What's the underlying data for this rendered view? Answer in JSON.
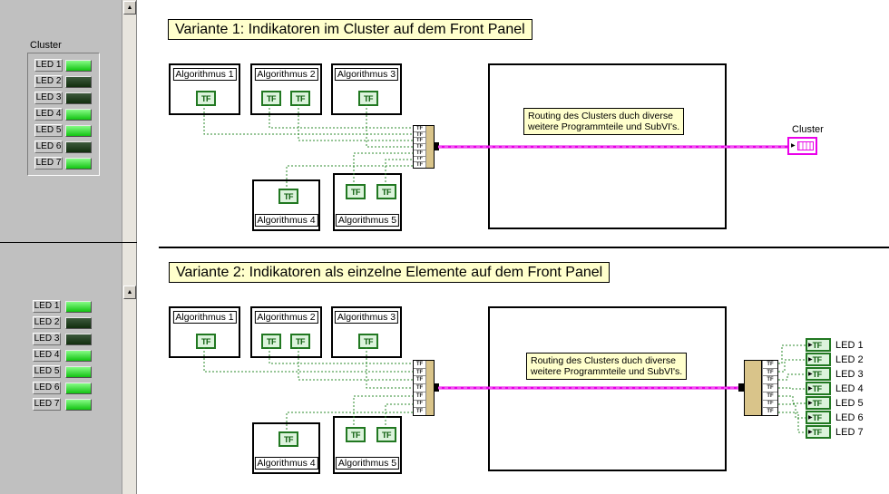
{
  "icons": {
    "scroll_up_arrow": "▲",
    "indicator_arrow": "▶",
    "terminal_glyph": "TF"
  },
  "colors": {
    "panel_gray": "#c0c0c0",
    "label_yellow": "#ffffcc",
    "boolean_green": "#217821",
    "wire_boolean_green": "#2e8b2e",
    "wire_cluster_magenta": "#e600e6",
    "led_on": "#33cc33",
    "led_off": "#1c3d1c",
    "bundle_tan": "#d9c48a"
  },
  "front_panel": {
    "cluster_group": {
      "label": "Cluster",
      "leds": [
        {
          "label": "LED 1",
          "on": true
        },
        {
          "label": "LED 2",
          "on": false
        },
        {
          "label": "LED 3",
          "on": false
        },
        {
          "label": "LED 4",
          "on": true
        },
        {
          "label": "LED 5",
          "on": true
        },
        {
          "label": "LED 6",
          "on": false
        },
        {
          "label": "LED 7",
          "on": true
        }
      ]
    },
    "single_leds": [
      {
        "label": "LED 1",
        "on": true
      },
      {
        "label": "LED 2",
        "on": false
      },
      {
        "label": "LED 3",
        "on": false
      },
      {
        "label": "LED 4",
        "on": true
      },
      {
        "label": "LED 5",
        "on": true
      },
      {
        "label": "LED 6",
        "on": true
      },
      {
        "label": "LED 7",
        "on": true
      }
    ]
  },
  "diagram": {
    "variant1": {
      "title": "Variante 1: Indikatoren im Cluster auf dem Front Panel",
      "algorithm_boxes": [
        {
          "label": "Algorithmus 1"
        },
        {
          "label": "Algorithmus 2"
        },
        {
          "label": "Algorithmus 3"
        },
        {
          "label": "Algorithmus 4"
        },
        {
          "label": "Algorithmus 5"
        }
      ],
      "bundle_rows": [
        "TF",
        "TF",
        "TF",
        "TF",
        "TF",
        "TF",
        "TF"
      ],
      "note_lines": [
        "Routing des Clusters duch diverse",
        "weitere Programmteile und SubVI's."
      ],
      "cluster_indicator_label": "Cluster"
    },
    "variant2": {
      "title": "Variante 2: Indikatoren als einzelne Elemente auf dem Front Panel",
      "algorithm_boxes": [
        {
          "label": "Algorithmus 1"
        },
        {
          "label": "Algorithmus 2"
        },
        {
          "label": "Algorithmus 3"
        },
        {
          "label": "Algorithmus 4"
        },
        {
          "label": "Algorithmus 5"
        }
      ],
      "bundle_rows": [
        "TF",
        "TF",
        "TF",
        "TF",
        "TF",
        "TF",
        "TF"
      ],
      "unbundle_rows": [
        "TF",
        "TF",
        "TF",
        "TF",
        "TF",
        "TF",
        "TF"
      ],
      "note_lines": [
        "Routing des Clusters duch diverse",
        "weitere Programmteile und SubVI's."
      ],
      "led_indicators": [
        {
          "glyph": "TF",
          "label": "LED 1"
        },
        {
          "glyph": "TF",
          "label": "LED 2"
        },
        {
          "glyph": "TF",
          "label": "LED 3"
        },
        {
          "glyph": "TF",
          "label": "LED 4"
        },
        {
          "glyph": "TF",
          "label": "LED 5"
        },
        {
          "glyph": "TF",
          "label": "LED 6"
        },
        {
          "glyph": "TF",
          "label": "LED 7"
        }
      ]
    }
  }
}
